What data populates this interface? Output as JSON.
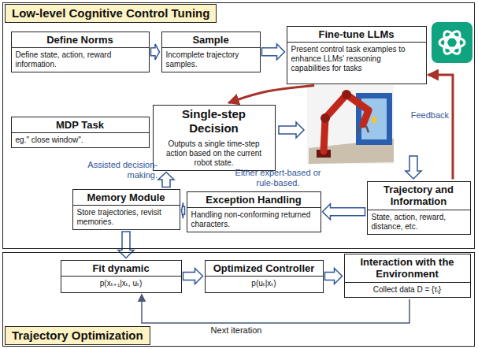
{
  "diagram": {
    "nodes": [
      {
        "text": [
          "Low-level Cognitive Control Tuning"
        ]
      },
      {
        "text": [
          "Define Norms",
          "Define state, action, reward information."
        ],
        "in": 0
      },
      {
        "text": [
          "Sample",
          "Incomplete trajectory samples."
        ],
        "in": 0
      },
      {
        "text": [
          "Fine-tune LLMs",
          "Present control task examples to enhance LLMs' reasoning capabilities for tasks"
        ],
        "in": 0
      },
      {
        "text": [
          "MDP Task",
          "eg.\" close window\"."
        ],
        "in": 0
      },
      {
        "text": [
          "Single-step Decision",
          "Outputs a single time-step action based on the current robot state."
        ],
        "in": 0
      },
      {
        "text": [
          "Memory Module",
          "Store trajectories, revisit memories."
        ],
        "in": 0
      },
      {
        "text": [
          "Exception Handling",
          "Handling non-conforming returned characters."
        ],
        "in": 0
      },
      {
        "text": [
          "Trajectory and Information",
          "State, action, reward, distance, etc."
        ],
        "in": 0
      },
      {
        "text": [
          "Trajectory Optimization"
        ]
      },
      {
        "text": [
          "Fit dynamic",
          "p(xₜ₊₁|xₜ, uₜ)"
        ],
        "in": 9
      },
      {
        "text": [
          "Optimized Controller",
          "p(uₜ|xₜ)"
        ],
        "in": 9
      },
      {
        "text": [
          "Interaction with the Environment",
          "Collect data D = {τᵢ}"
        ],
        "in": 9
      }
    ],
    "edges": [
      {
        "from": 1,
        "to": 2,
        "arrow": "to"
      },
      {
        "from": 2,
        "to": 3,
        "arrow": "to"
      },
      {
        "from": 3,
        "to": 5,
        "arrow": "to"
      },
      {
        "from": 4,
        "to": 5,
        "arrow": "to"
      },
      {
        "from": 8,
        "to": 3,
        "label": "Feedback",
        "arrow": "to"
      },
      {
        "from": 8,
        "to": 7,
        "label": "Either expert-based or rule-based.",
        "arrow": "to"
      },
      {
        "from": 7,
        "to": 6,
        "arrow": "to"
      },
      {
        "from": 6,
        "to": 5,
        "label": "Assisted decision-making.",
        "arrow": "to"
      },
      {
        "from": 6,
        "to": 10,
        "arrow": "to"
      },
      {
        "from": 10,
        "to": 11,
        "arrow": "to"
      },
      {
        "from": 11,
        "to": 12,
        "arrow": "to"
      },
      {
        "from": 12,
        "to": 10,
        "label": "Next iteration",
        "arrow": "to"
      }
    ]
  }
}
